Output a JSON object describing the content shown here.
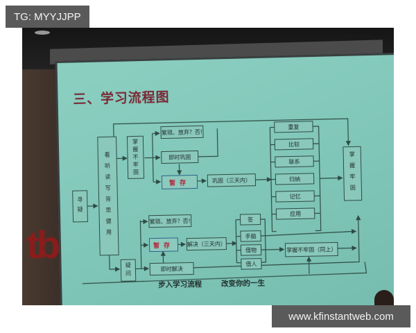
{
  "watermarks": {
    "top_left": "TG: MYYJJPP",
    "bottom_right": "www.kfinstantweb.com"
  },
  "slide": {
    "title": "三、学习流程图",
    "footer": [
      "步入学习流程",
      "改变你的一生"
    ],
    "background_color": "#80c6b8",
    "title_color": "#7a2734",
    "highlight_text_color": "#b4233b"
  },
  "flowchart": {
    "nodes": {
      "start": "寻疑",
      "methods": "看听读写背思健用",
      "not_mastered": "掌握不牢固",
      "doubt": "疑问",
      "give_up_top": "繁琐、放弃？否!",
      "consolidate_now": "即时巩固",
      "hold_top": "暂存",
      "consolidate_3days": "巩固（三天内）",
      "review_steps": [
        "重复",
        "比较",
        "联系",
        "归纳",
        "记忆",
        "应用"
      ],
      "mastered": "掌握牢固",
      "give_up_bottom": "繁琐、放弃？否!",
      "hold_bottom": "暂存",
      "solve_3days": "解决（三天内）",
      "resolve_now": "即时解决",
      "help_sources": [
        "答",
        "手脑",
        "借物",
        "借人"
      ],
      "not_mastered_same": "掌握不牢固（同上）"
    }
  }
}
